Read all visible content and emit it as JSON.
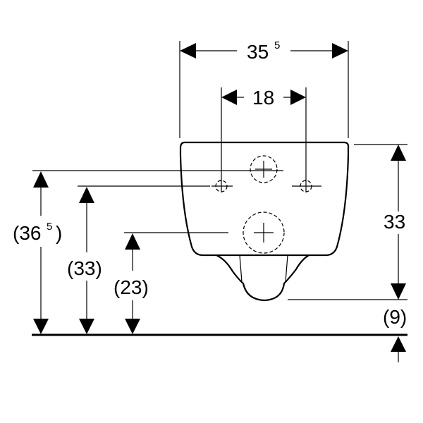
{
  "diagram": {
    "dimensions": {
      "overall_width": {
        "main": "35",
        "sup": "5"
      },
      "fixing_spacing": "18",
      "bowl_height": "33",
      "floor_clearance": "(9)",
      "top_fixing_height": {
        "open": "(36",
        "sup": "5",
        "close": ")"
      },
      "fixing_height": "(33)",
      "waste_height": "(23)"
    },
    "colors": {
      "line": "#000000",
      "background": "#ffffff"
    }
  }
}
